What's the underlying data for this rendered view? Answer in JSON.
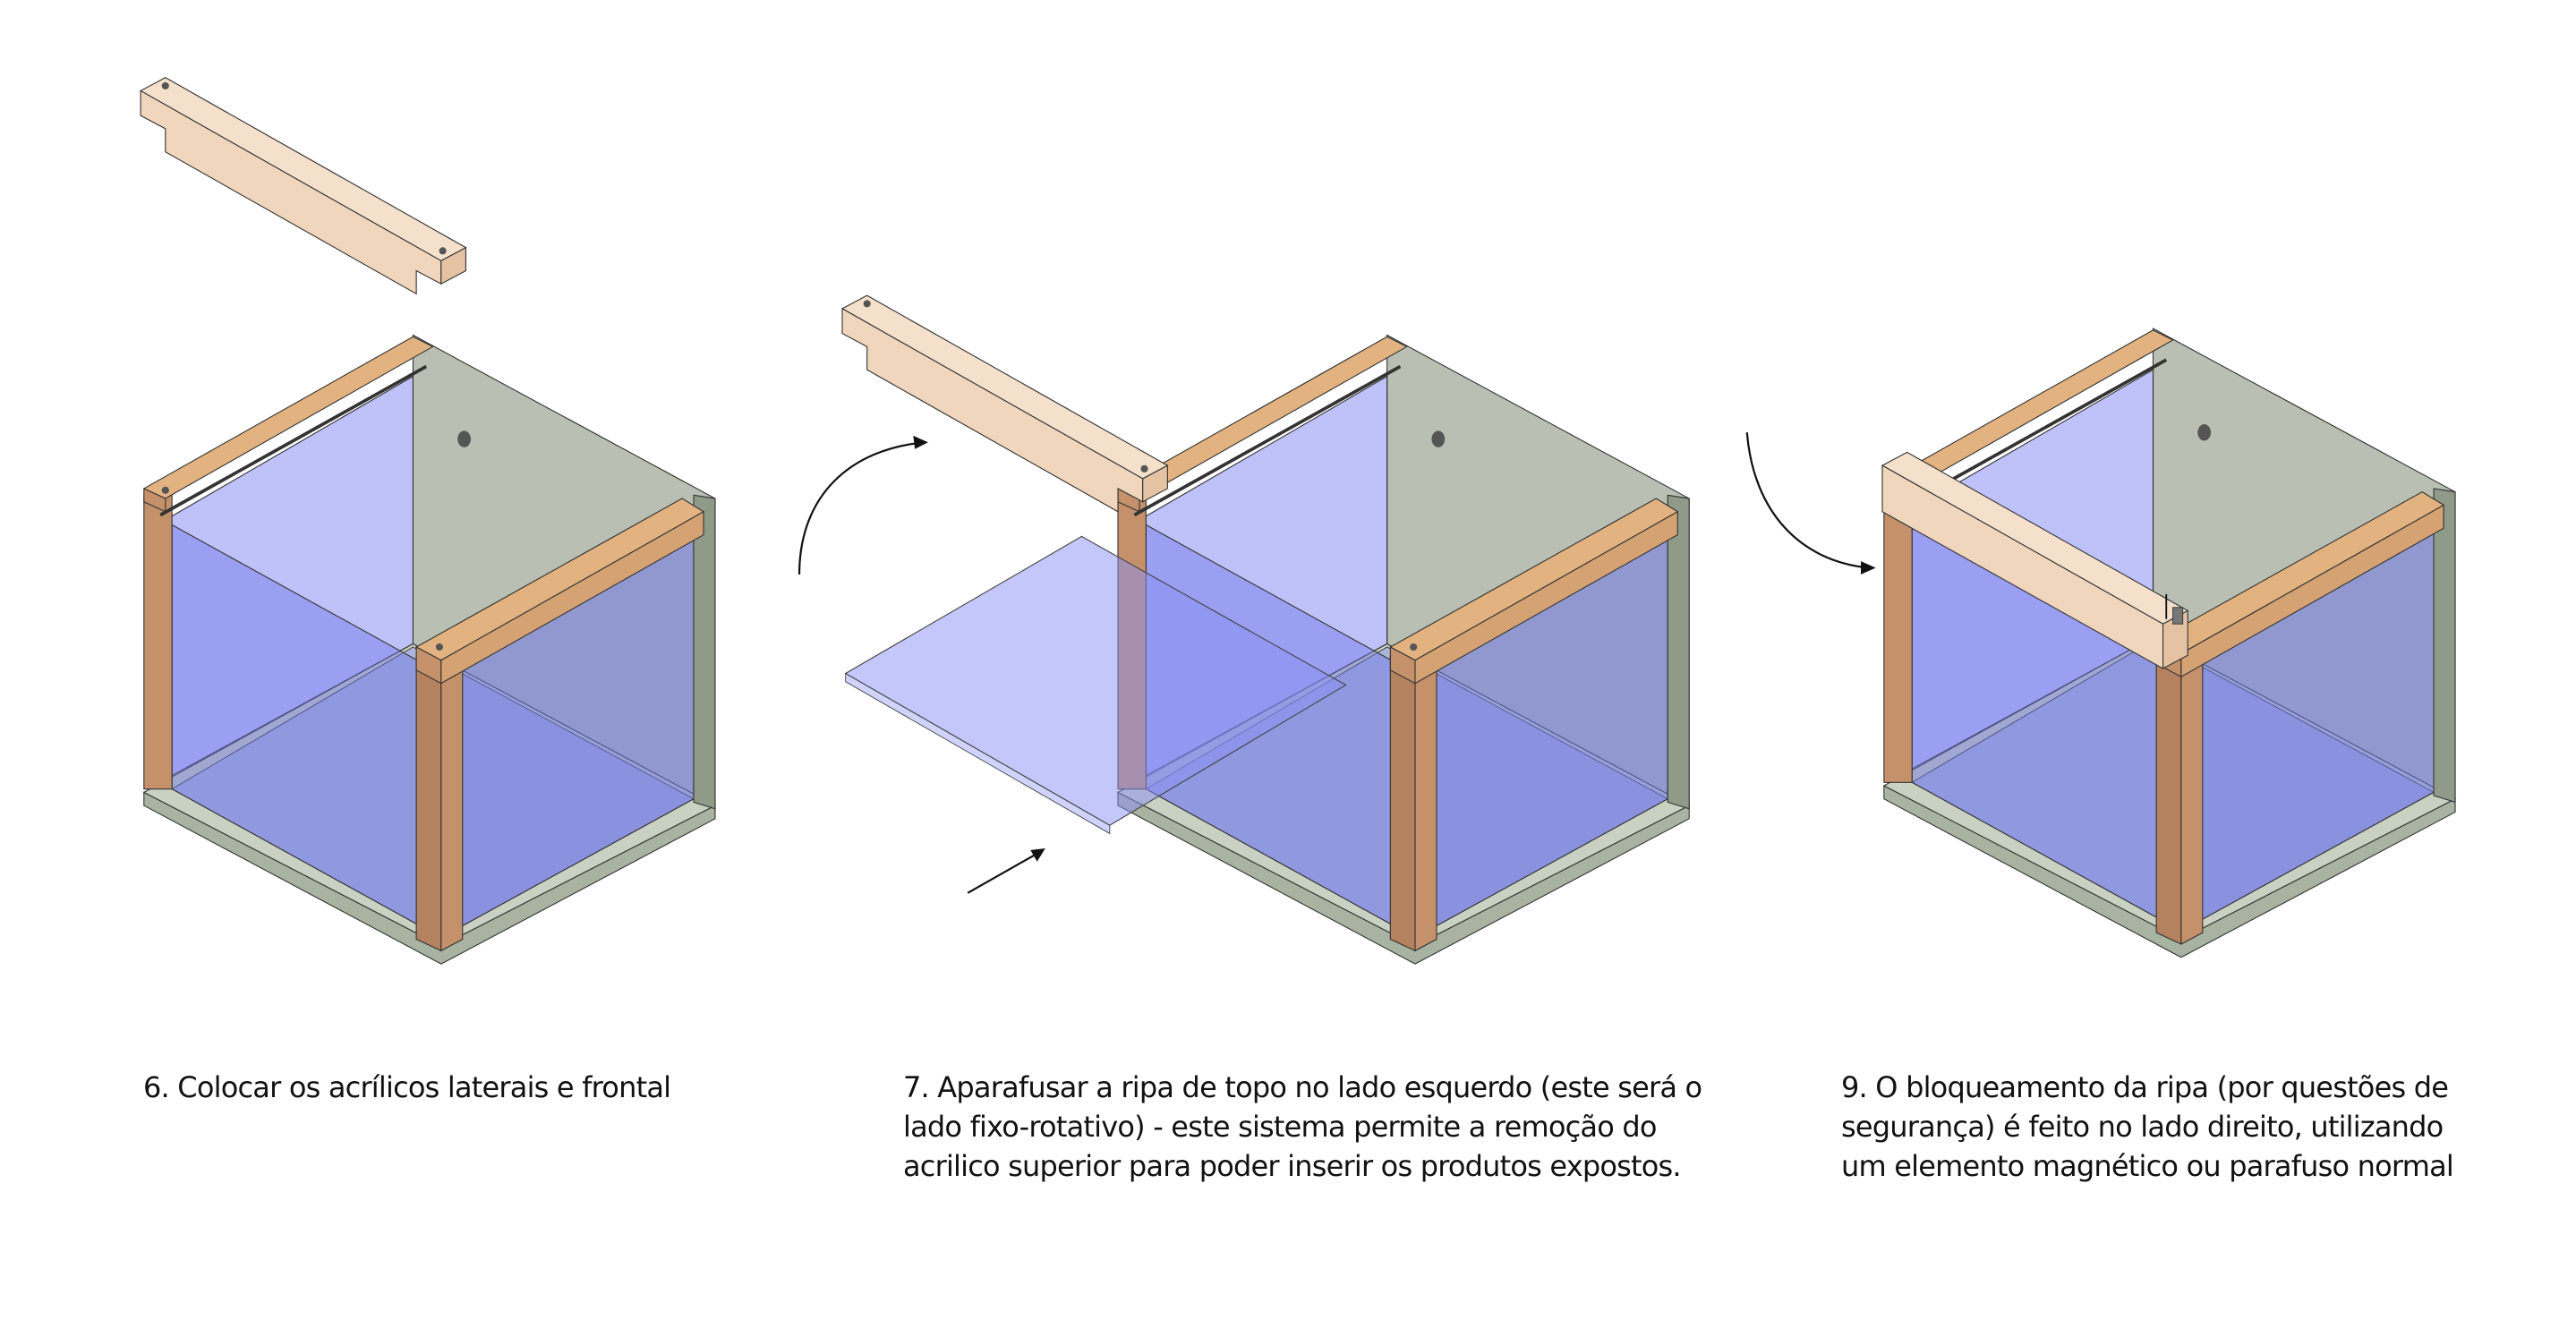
{
  "steps": [
    {
      "lines": [
        "6. Colocar os acrílicos laterais e frontal"
      ]
    },
    {
      "lines": [
        "7. Aparafusar a ripa de topo no lado esquerdo (este será o",
        "lado fixo-rotativo) - este sistema permite a remoção do",
        "acrilico superior para poder inserir os produtos expostos."
      ]
    },
    {
      "lines": [
        "9. O bloqueamento da ripa (por questões de",
        "segurança) é feito no lado direito, utilizando",
        "um elemento magnético ou parafuso normal"
      ]
    }
  ],
  "colors": {
    "wood": "#e2b380",
    "wood_dark": "#c4916a",
    "wood_light": "#f2d9c0",
    "panel": "#b9c0b3",
    "acrylic": "#7c82f0"
  }
}
